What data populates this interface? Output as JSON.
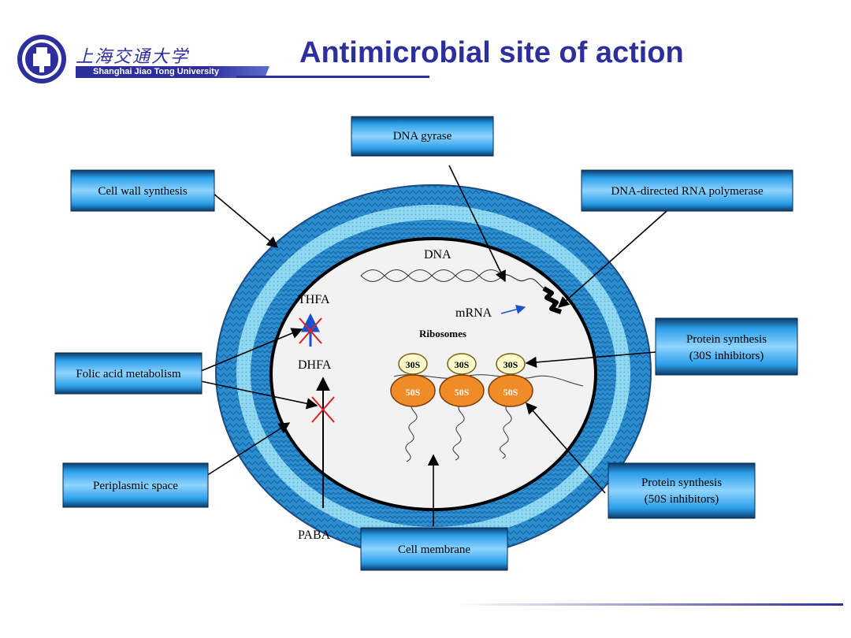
{
  "header": {
    "university_cn": "上海交通大学",
    "university_en": "Shanghai Jiao Tong University",
    "title": "Antimicrobial site of action"
  },
  "diagram": {
    "boxes": {
      "dna_gyrase": "DNA gyrase",
      "cell_wall": "Cell wall synthesis",
      "rna_polymerase": "DNA-directed RNA polymerase",
      "protein_30s_line1": "Protein synthesis",
      "protein_30s_line2": "(30S inhibitors)",
      "folic_acid": "Folic acid metabolism",
      "periplasmic": "Periplasmic space",
      "protein_50s_line1": "Protein synthesis",
      "protein_50s_line2": "(50S inhibitors)",
      "cell_membrane": "Cell membrane"
    },
    "labels": {
      "dna": "DNA",
      "mrna": "mRNA",
      "thfa": "THFA",
      "dhfa": "DHFA",
      "paba": "PABA",
      "ribosomes": "Ribosomes",
      "small_subunit": "30S",
      "large_subunit": "50S"
    }
  },
  "colors": {
    "title": "#2d2f9c",
    "box_blue": "#1e78c8",
    "outer_ring": "#2a8ed0",
    "periplasm": "#8fd8f0",
    "cytoplasm": "#f2f2f2",
    "subunit_30s": "#fffbcc",
    "subunit_50s": "#f08c28",
    "inhibit_x": "#e02020"
  }
}
